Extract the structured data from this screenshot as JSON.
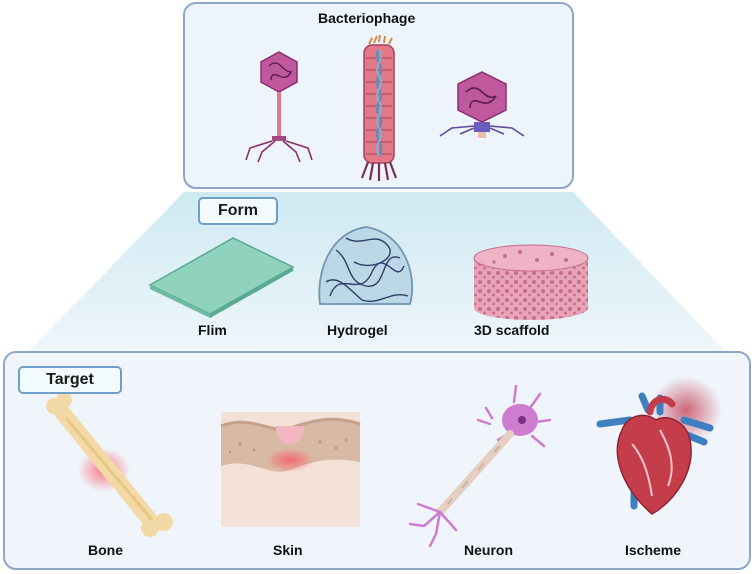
{
  "phage_section": {
    "title": "Bacteriophage"
  },
  "form_section": {
    "label": "Form",
    "items": [
      "Flim",
      "Hydrogel",
      "3D scaffold"
    ]
  },
  "target_section": {
    "label": "Target",
    "items": [
      "Bone",
      "Skin",
      "Neuron",
      "Ischeme"
    ]
  },
  "colors": {
    "panel_border": "#8fa6c8",
    "panel_fill": "#eff5fb",
    "funnel_top": "#cfe9f2",
    "funnel_bottom": "#eef6fb",
    "capsid": "#c0589e",
    "tail": "#e27888",
    "film": "#8fd3bf",
    "hydrogel": "#bcd7e5",
    "scaffold": "#e8a3b8",
    "bone": "#f2d9a6",
    "neuron": "#cd7ccf",
    "heart": "#c53d4b",
    "vessel": "#3d7fc1"
  }
}
